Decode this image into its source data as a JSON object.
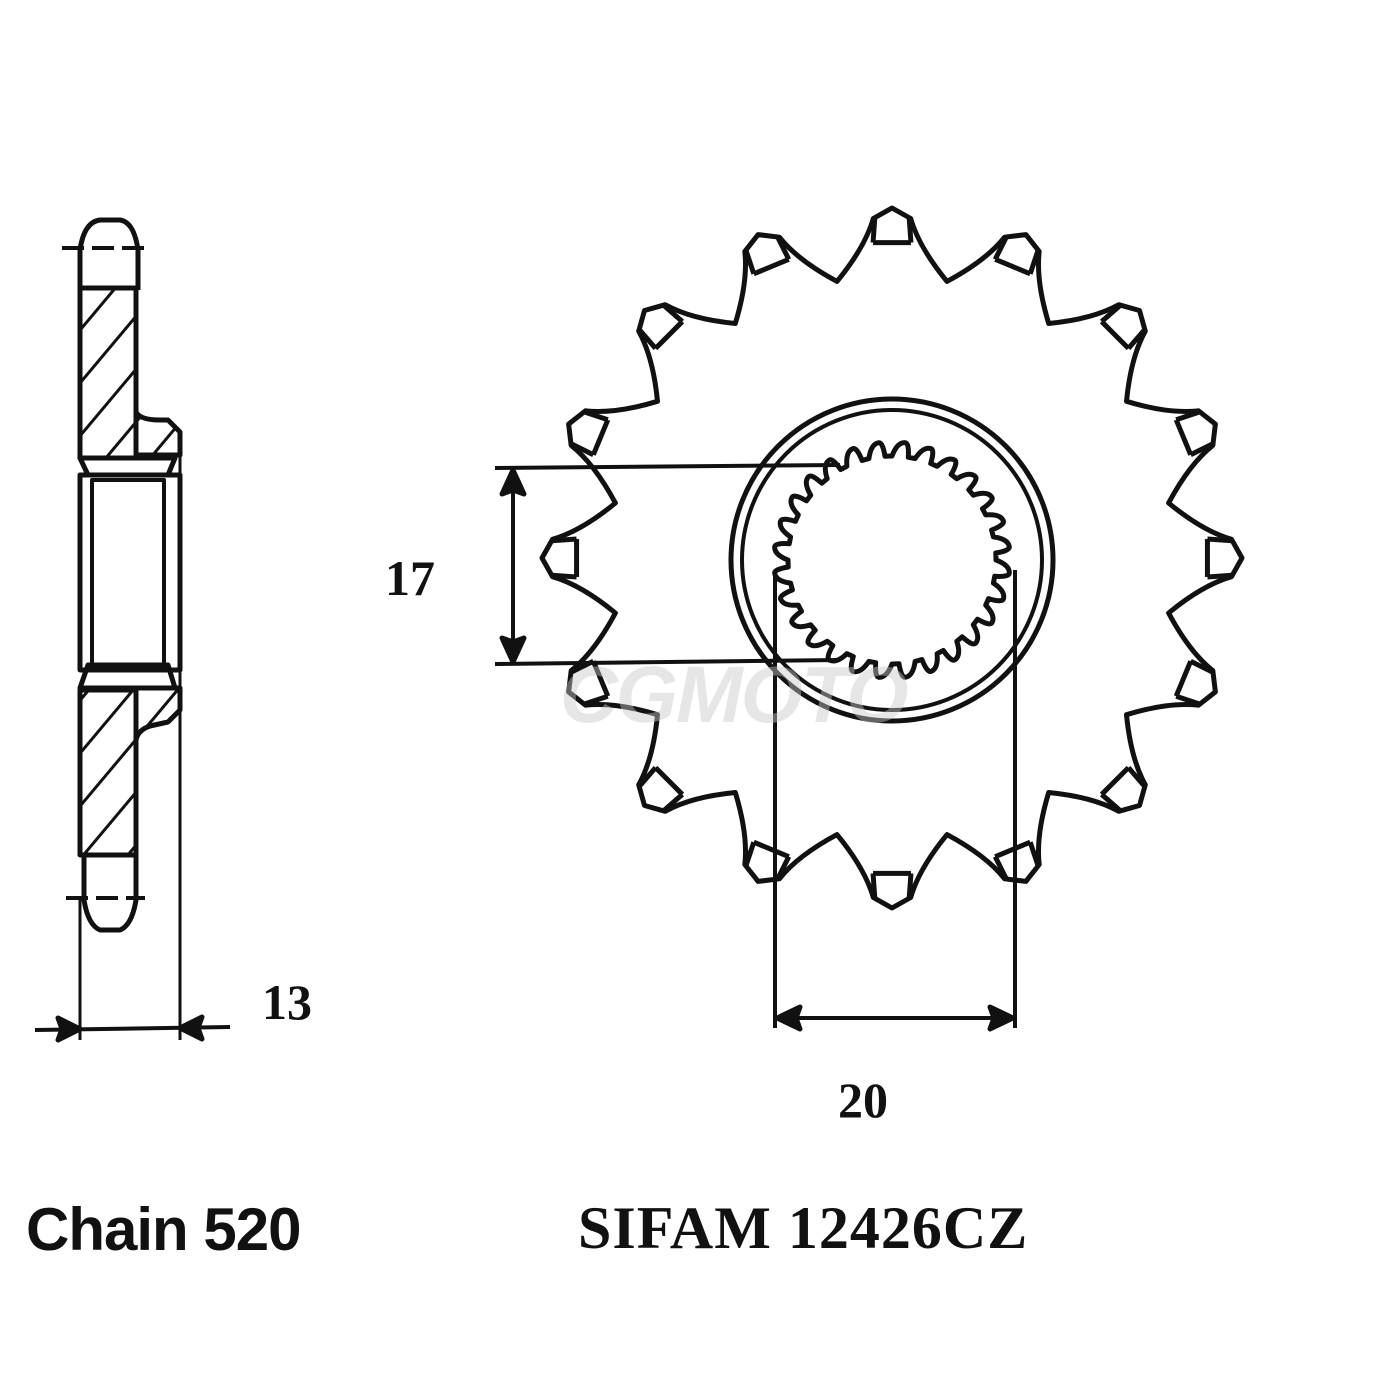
{
  "drawing": {
    "title": "Front sprocket technical drawing",
    "side_view": {
      "thickness_dimension": "13"
    },
    "front_view": {
      "tooth_count": 16,
      "spline_tooth_count": 28,
      "offset_dimension": "17",
      "spline_dimension": "20"
    },
    "colors": {
      "line": "#111111",
      "background": "#ffffff",
      "watermark": "#c8c8c8"
    }
  },
  "labels": {
    "chain": "Chain 520",
    "part_number": "SIFAM 12426CZ",
    "dim_17": "17",
    "dim_13": "13",
    "dim_20": "20",
    "watermark": "CGMOTO"
  }
}
